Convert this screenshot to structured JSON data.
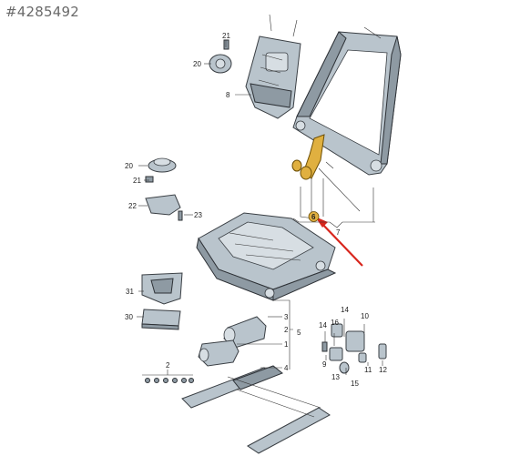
{
  "ref_id": "#4285492",
  "callouts": [
    "21",
    "20",
    "8",
    "7",
    "6",
    "20",
    "21",
    "22",
    "23",
    "31",
    "30",
    "3",
    "2",
    "5",
    "1",
    "4",
    "2",
    "14",
    "16",
    "14",
    "10",
    "9",
    "13",
    "11",
    "12",
    "15"
  ],
  "colors": {
    "highlight_part": "#e0b040",
    "arrow": "#d8261d",
    "part": "#b9c4cc"
  }
}
